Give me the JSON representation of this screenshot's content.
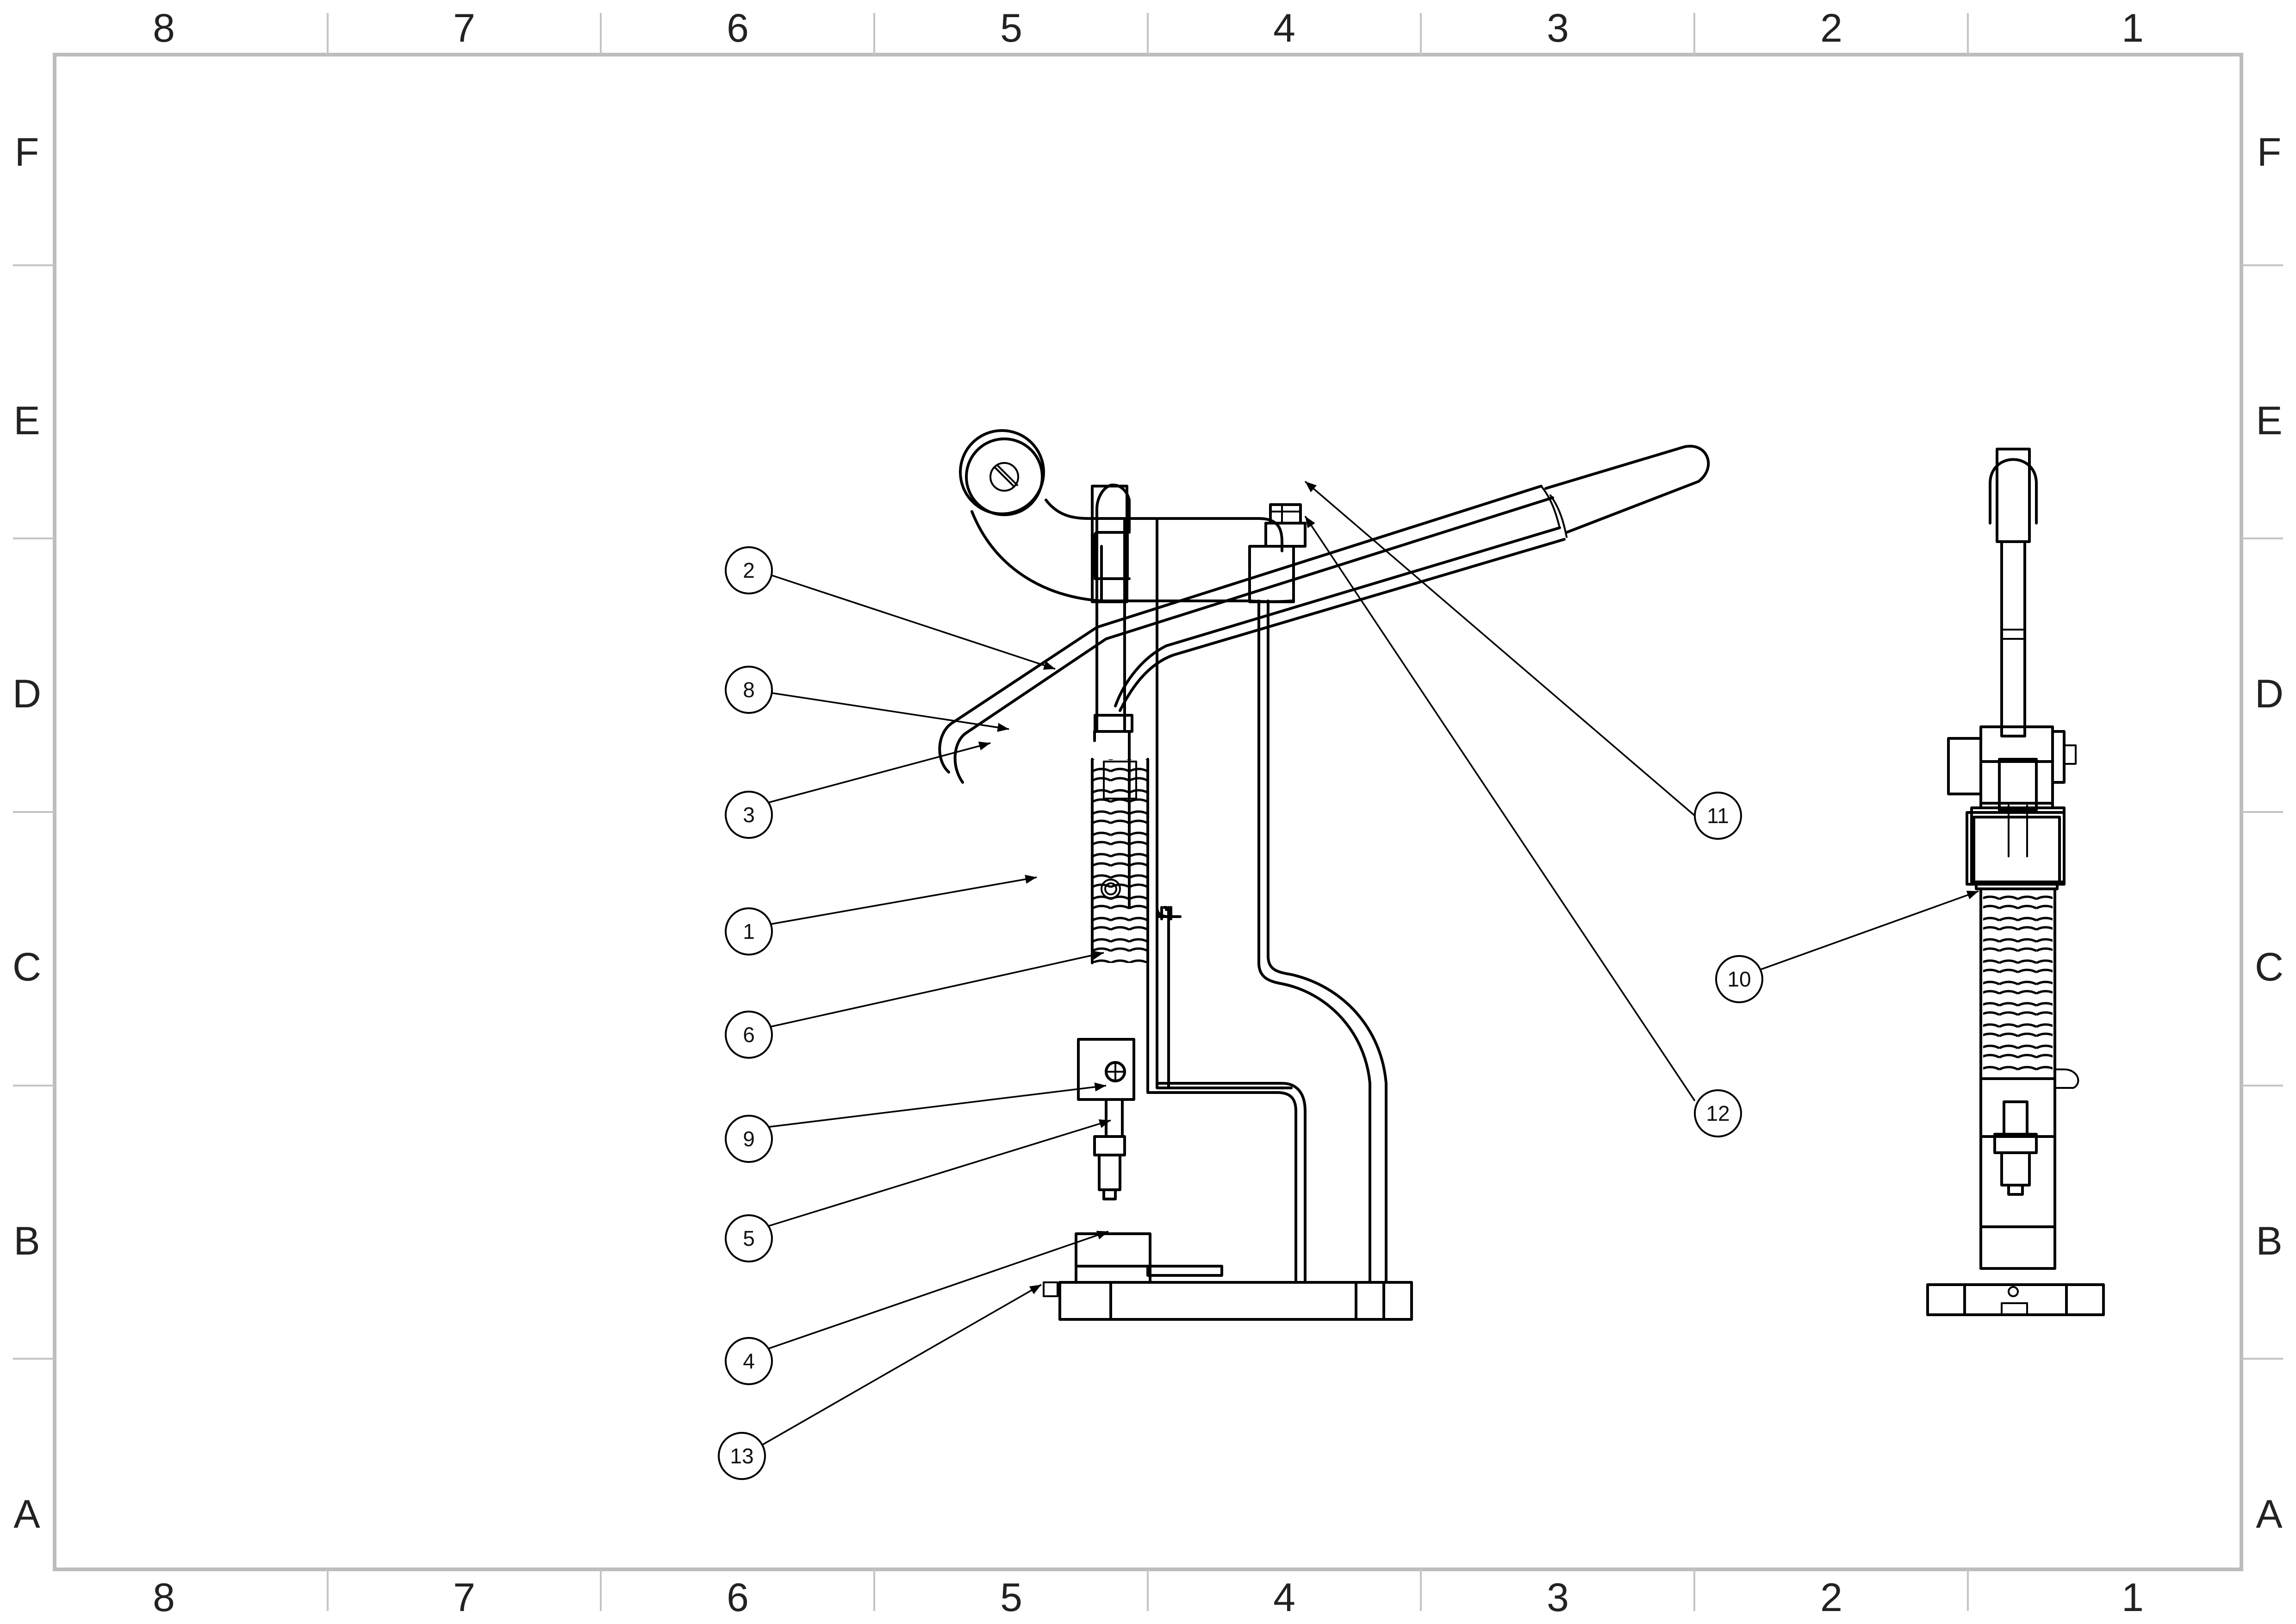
{
  "sheet": {
    "columns_top": [
      "8",
      "7",
      "6",
      "5",
      "4",
      "3",
      "2",
      "1"
    ],
    "columns_bottom": [
      "8",
      "7",
      "6",
      "5",
      "4",
      "3",
      "2",
      "1"
    ],
    "rows_left": [
      "F",
      "E",
      "D",
      "C",
      "B",
      "A"
    ],
    "rows_right": [
      "F",
      "E",
      "D",
      "C",
      "B",
      "A"
    ]
  },
  "balloons": [
    "2",
    "8",
    "3",
    "1",
    "6",
    "9",
    "5",
    "4",
    "13",
    "11",
    "12",
    "10"
  ],
  "colors": {
    "line": "#000000",
    "frame": "#bdbdbd",
    "background": "#ffffff"
  }
}
